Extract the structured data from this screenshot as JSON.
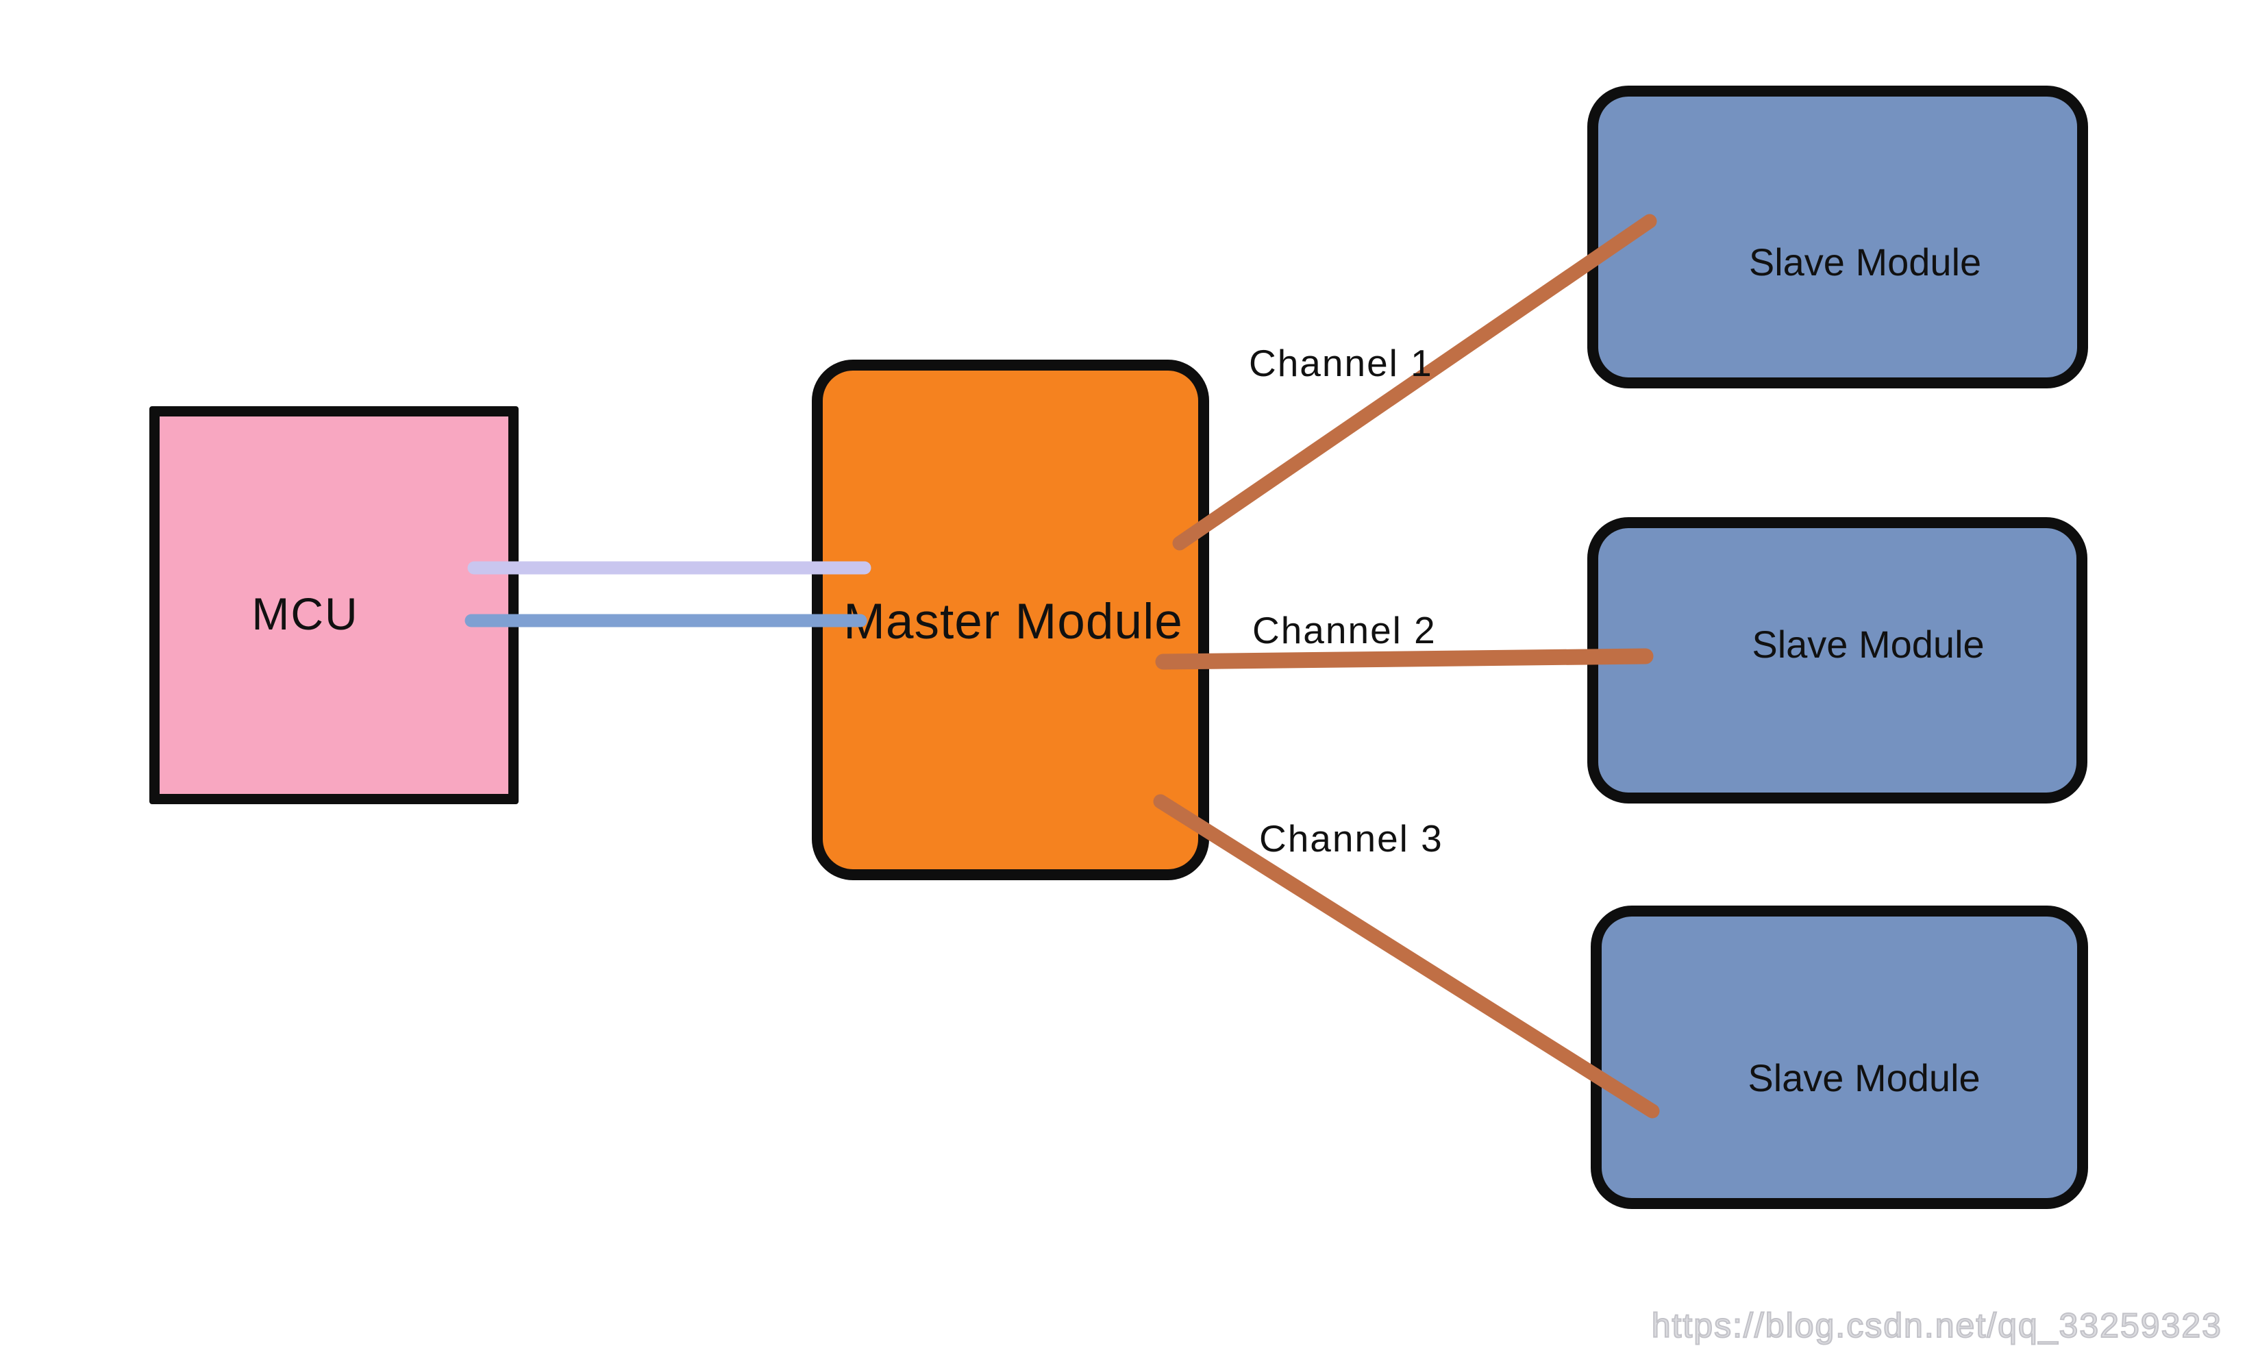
{
  "colors": {
    "background": "#ffffff",
    "node_border": "#0e0e0e",
    "mcu_fill": "#f8a7c1",
    "master_fill": "#f5821f",
    "slave_fill": "#7592c0",
    "wire_lavender": "#c9c6ef",
    "wire_blue": "#7fa0d2",
    "channel_wire": "#c06f45",
    "label_text": "#111111",
    "watermark_text": "#c2c2c8"
  },
  "nodes": {
    "mcu": {
      "label": "MCU"
    },
    "master": {
      "label": "Master Module"
    },
    "slaves": [
      {
        "label": "Slave Module"
      },
      {
        "label": "Slave Module"
      },
      {
        "label": "Slave Module"
      }
    ]
  },
  "channels": [
    {
      "label": "Channel 1"
    },
    {
      "label": "Channel 2"
    },
    {
      "label": "Channel 3"
    }
  ],
  "watermark": {
    "text": "https://blog.csdn.net/qq_33259323"
  }
}
